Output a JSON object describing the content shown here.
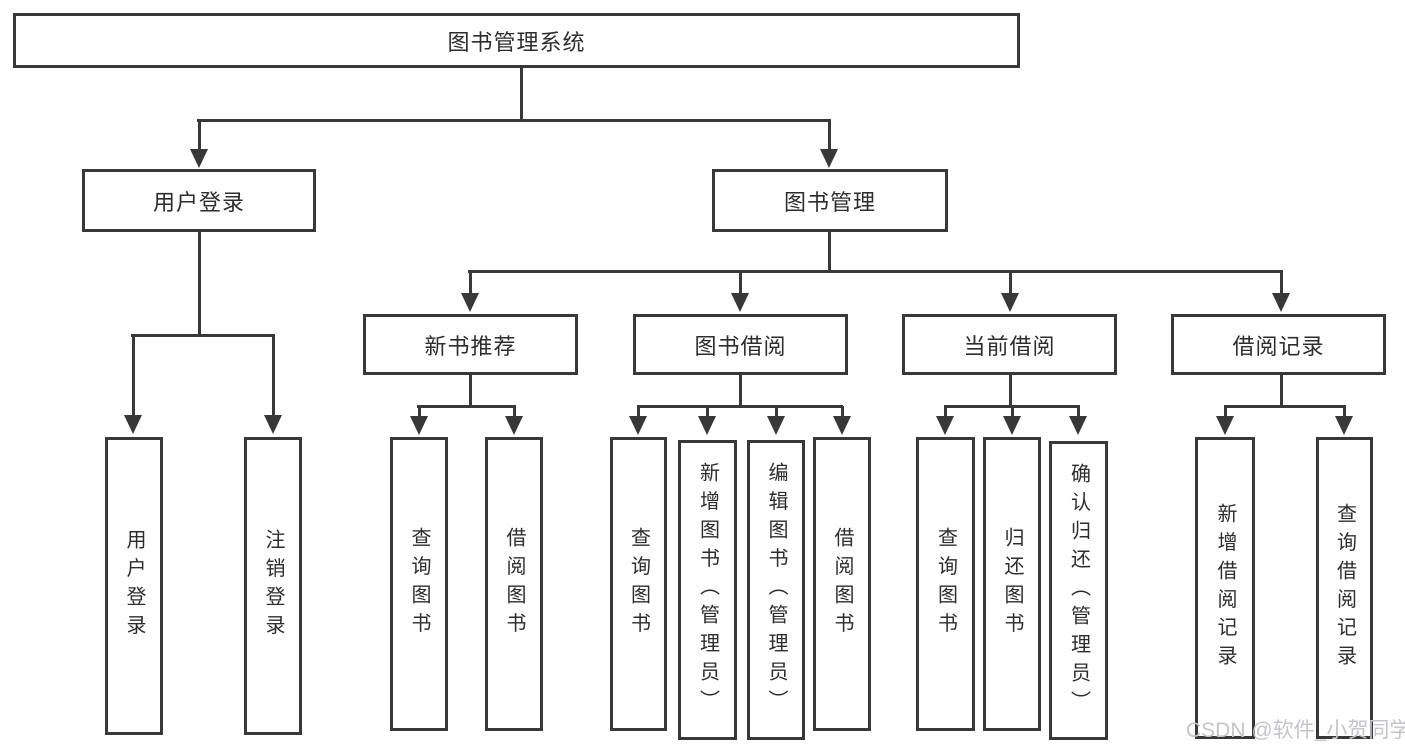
{
  "diagram_title": "图书管理系统",
  "colors": {
    "line": "#383838",
    "text": "#2d2d2d",
    "watermark": "#c3c5c9",
    "background": "#ffffff"
  },
  "nodes": {
    "root": {
      "label": "图书管理系统"
    },
    "user_login": {
      "label": "用户登录"
    },
    "book_management": {
      "label": "图书管理"
    },
    "new_book_recommend": {
      "label": "新书推荐"
    },
    "book_borrow": {
      "label": "图书借阅"
    },
    "current_borrow": {
      "label": "当前借阅"
    },
    "borrow_records": {
      "label": "借阅记录"
    },
    "leaf_user_login": {
      "label": "用户登录"
    },
    "leaf_logout": {
      "label": "注销登录"
    },
    "leaf_rec_query": {
      "label": "查询图书"
    },
    "leaf_rec_borrow": {
      "label": "借阅图书"
    },
    "leaf_bb_query": {
      "label": "查询图书"
    },
    "leaf_bb_add": {
      "label": "新增图书（管理员）"
    },
    "leaf_bb_edit": {
      "label": "编辑图书（管理员）"
    },
    "leaf_bb_borrow": {
      "label": "借阅图书"
    },
    "leaf_cb_query": {
      "label": "查询图书"
    },
    "leaf_cb_return": {
      "label": "归还图书"
    },
    "leaf_cb_confirm": {
      "label": "确认归还（管理员）"
    },
    "leaf_br_add": {
      "label": "新增借阅记录"
    },
    "leaf_br_query": {
      "label": "查询借阅记录"
    }
  },
  "hierarchy_note": {
    "root": "图书管理系统",
    "children_of_root": [
      "用户登录",
      "图书管理"
    ],
    "children_of_user_login": [
      "用户登录",
      "注销登录"
    ],
    "children_of_book_management": [
      "新书推荐",
      "图书借阅",
      "当前借阅",
      "借阅记录"
    ],
    "children_of_new_book_recommend": [
      "查询图书",
      "借阅图书"
    ],
    "children_of_book_borrow": [
      "查询图书",
      "新增图书（管理员）",
      "编辑图书（管理员）",
      "借阅图书"
    ],
    "children_of_current_borrow": [
      "查询图书",
      "归还图书",
      "确认归还（管理员）"
    ],
    "children_of_borrow_records": [
      "新增借阅记录",
      "查询借阅记录"
    ]
  },
  "watermark": {
    "text": "CSDN @软件_小贺同学"
  }
}
